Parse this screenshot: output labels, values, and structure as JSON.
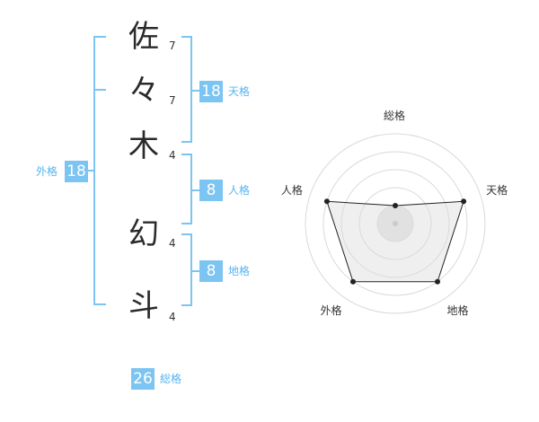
{
  "name_chars": [
    {
      "char": "佐",
      "strokes": "7"
    },
    {
      "char": "々",
      "strokes": "7"
    },
    {
      "char": "木",
      "strokes": "4"
    },
    {
      "char": "幻",
      "strokes": "4"
    },
    {
      "char": "斗",
      "strokes": "4"
    }
  ],
  "kakusu": {
    "tenkaku": {
      "value": "18",
      "label": "天格"
    },
    "jinkaku": {
      "value": "8",
      "label": "人格"
    },
    "chikaku": {
      "value": "8",
      "label": "地格"
    },
    "gaikaku": {
      "value": "18",
      "label": "外格"
    },
    "soukaku": {
      "value": "26",
      "label": "総格"
    }
  },
  "colors": {
    "accent": "#7cc4f2",
    "label_text": "#56b4ee",
    "fill": "#efefef"
  },
  "chart_data": {
    "type": "radar",
    "axes": [
      "総格",
      "天格",
      "地格",
      "外格",
      "人格"
    ],
    "values": [
      1,
      4,
      4,
      4,
      4
    ],
    "max": 5,
    "rings": 5,
    "grid": true
  }
}
